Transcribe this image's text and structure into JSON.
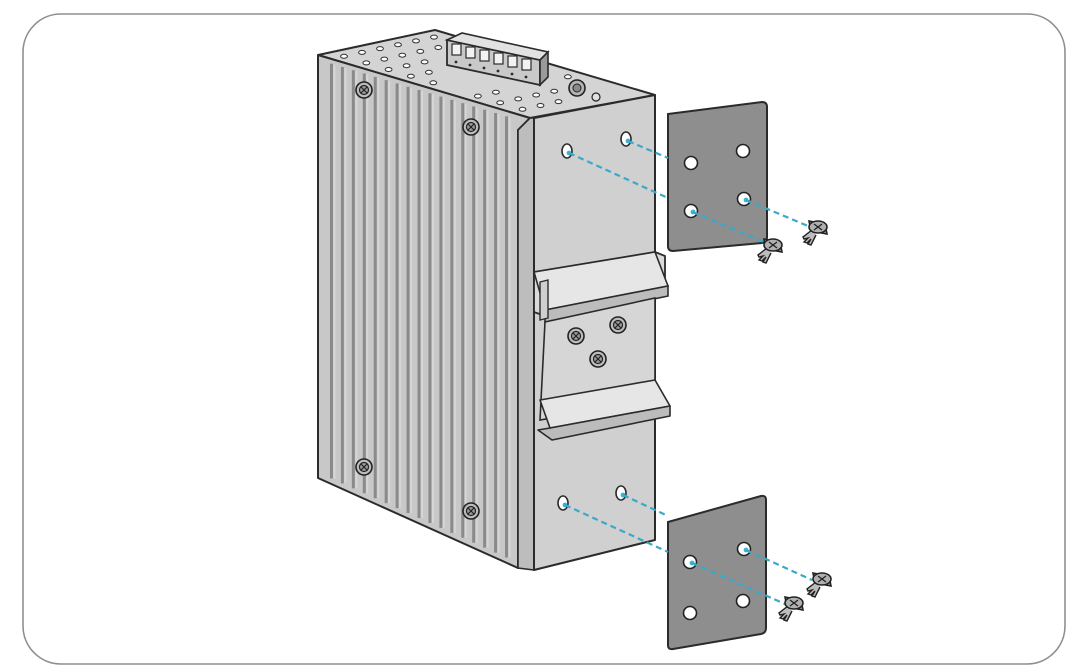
{
  "colors": {
    "frame_border": "#8f8f8f",
    "device_side": "#c8c8c8",
    "device_front": "#cfcfcf",
    "device_top": "#d4d4d4",
    "fin_dark": "#8a8a8a",
    "fin_light": "#d6d6d6",
    "plate": "#8e8e8e",
    "outline": "#2b2b2b",
    "guide_line": "#3aa9c9",
    "hole_highlight": "#39b6d6"
  },
  "icons": {
    "device": "din-rail-switch-icon",
    "plate": "wall-mount-plate-icon",
    "screw": "screw-icon"
  },
  "plates": [
    {
      "name": "top-wall-mount-plate",
      "screws": 2
    },
    {
      "name": "bottom-wall-mount-plate",
      "screws": 2
    }
  ]
}
